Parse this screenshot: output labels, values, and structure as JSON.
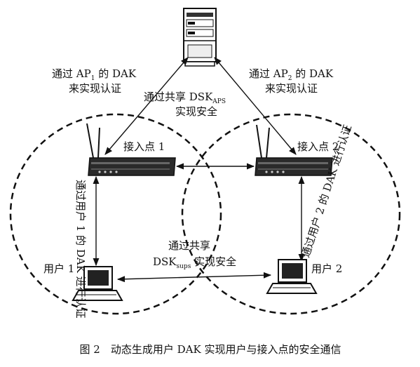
{
  "labels": {
    "auth_ap1_line1_pre": "通过 AP",
    "auth_ap1_line1_sub": "1",
    "auth_ap1_line1_post": " 的 DAK",
    "auth_ap1_line2": "来实现认证",
    "auth_ap2_line1_pre": "通过 AP",
    "auth_ap2_line1_sub": "2",
    "auth_ap2_line1_post": " 的 DAK",
    "auth_ap2_line2": "来实现认证",
    "dsk_aps_line1_pre": "通过共享 DSK",
    "dsk_aps_line1_sub": "APS",
    "dsk_aps_line2": "实现安全",
    "ap1": "接入点 1",
    "ap2": "接入点 2",
    "user1_auth": "通过用户 1 的 DAK 进行认证",
    "user2_auth": "通过用户 2 的 DAK 进行认证",
    "dsk_sups_line1": "通过共享",
    "dsk_sups_line2_pre": "DSK",
    "dsk_sups_line2_sub": "sups",
    "dsk_sups_line2_post": " 实现安全",
    "user1": "用户 1",
    "user2": "用户 2"
  },
  "caption": "图 2　动态生成用户 DAK 实现用户与接入点的安全通信",
  "icons": [
    "server-icon",
    "access-point-icon",
    "laptop-icon"
  ]
}
